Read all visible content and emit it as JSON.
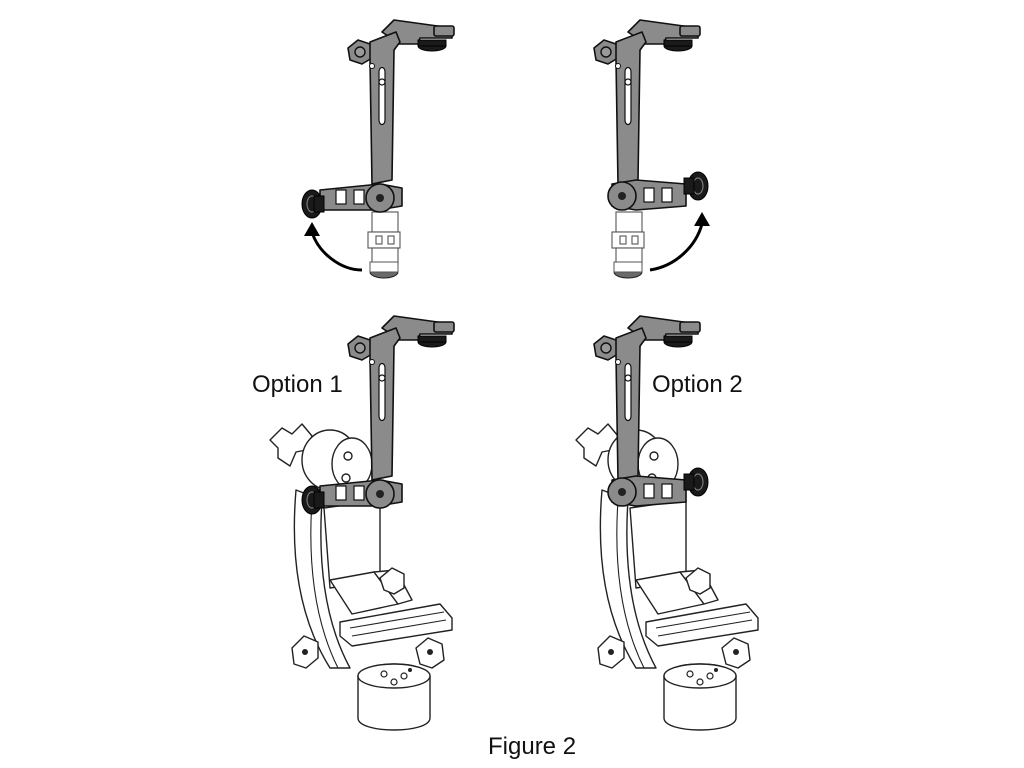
{
  "labels": {
    "option1": "Option 1",
    "option2": "Option 2",
    "caption": "Figure 2"
  }
}
